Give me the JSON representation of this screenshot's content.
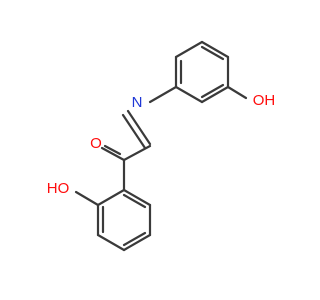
{
  "diagram": {
    "type": "structural-formula",
    "atom_labels": {
      "phenol_hydroxyl": "OH",
      "carbonyl_oxygen": "O",
      "aryl_hydroxyl": "HO",
      "imine_nitrogen": "N"
    },
    "colors": {
      "bond": "#3a3a3a",
      "oxygen": "#ff0d0d",
      "nitrogen": "#1e37d6",
      "background": "#ffffff"
    }
  }
}
